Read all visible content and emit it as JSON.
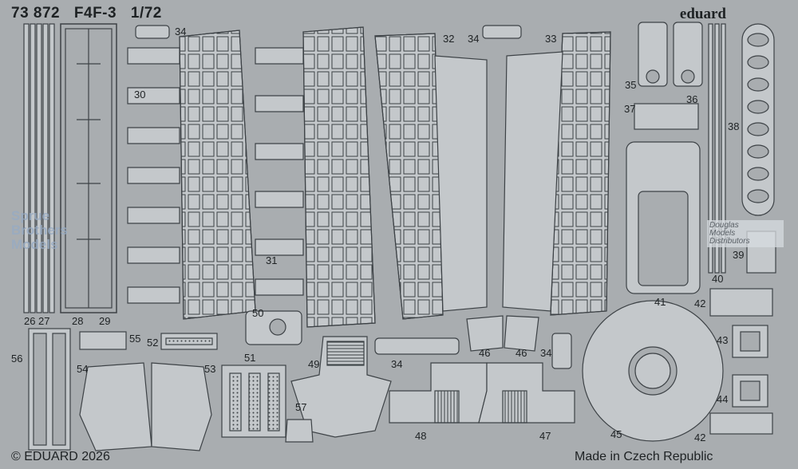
{
  "header": {
    "product_number": "73 872",
    "aircraft": "F4F-3",
    "scale": "1/72",
    "brand": "eduard"
  },
  "footer": {
    "copyright": "© EDUARD 2026",
    "origin": "Made in Czech Republic"
  },
  "watermarks": {
    "left": [
      "Sprue",
      "Brothers",
      "Models"
    ],
    "right": [
      "Douglas",
      "Models",
      "Distributors"
    ]
  },
  "part_numbers": [
    "26",
    "27",
    "28",
    "29",
    "30",
    "31",
    "32",
    "33",
    "34",
    "34",
    "34",
    "34",
    "35",
    "36",
    "37",
    "38",
    "39",
    "40",
    "41",
    "42",
    "42",
    "43",
    "44",
    "45",
    "46",
    "46",
    "47",
    "48",
    "49",
    "50",
    "51",
    "52",
    "53",
    "54",
    "55",
    "56",
    "57"
  ],
  "colors": {
    "metal": "#c4c8cb",
    "sheet": "#a9adb0",
    "outline": "#3d4246",
    "text": "#1e2224"
  }
}
